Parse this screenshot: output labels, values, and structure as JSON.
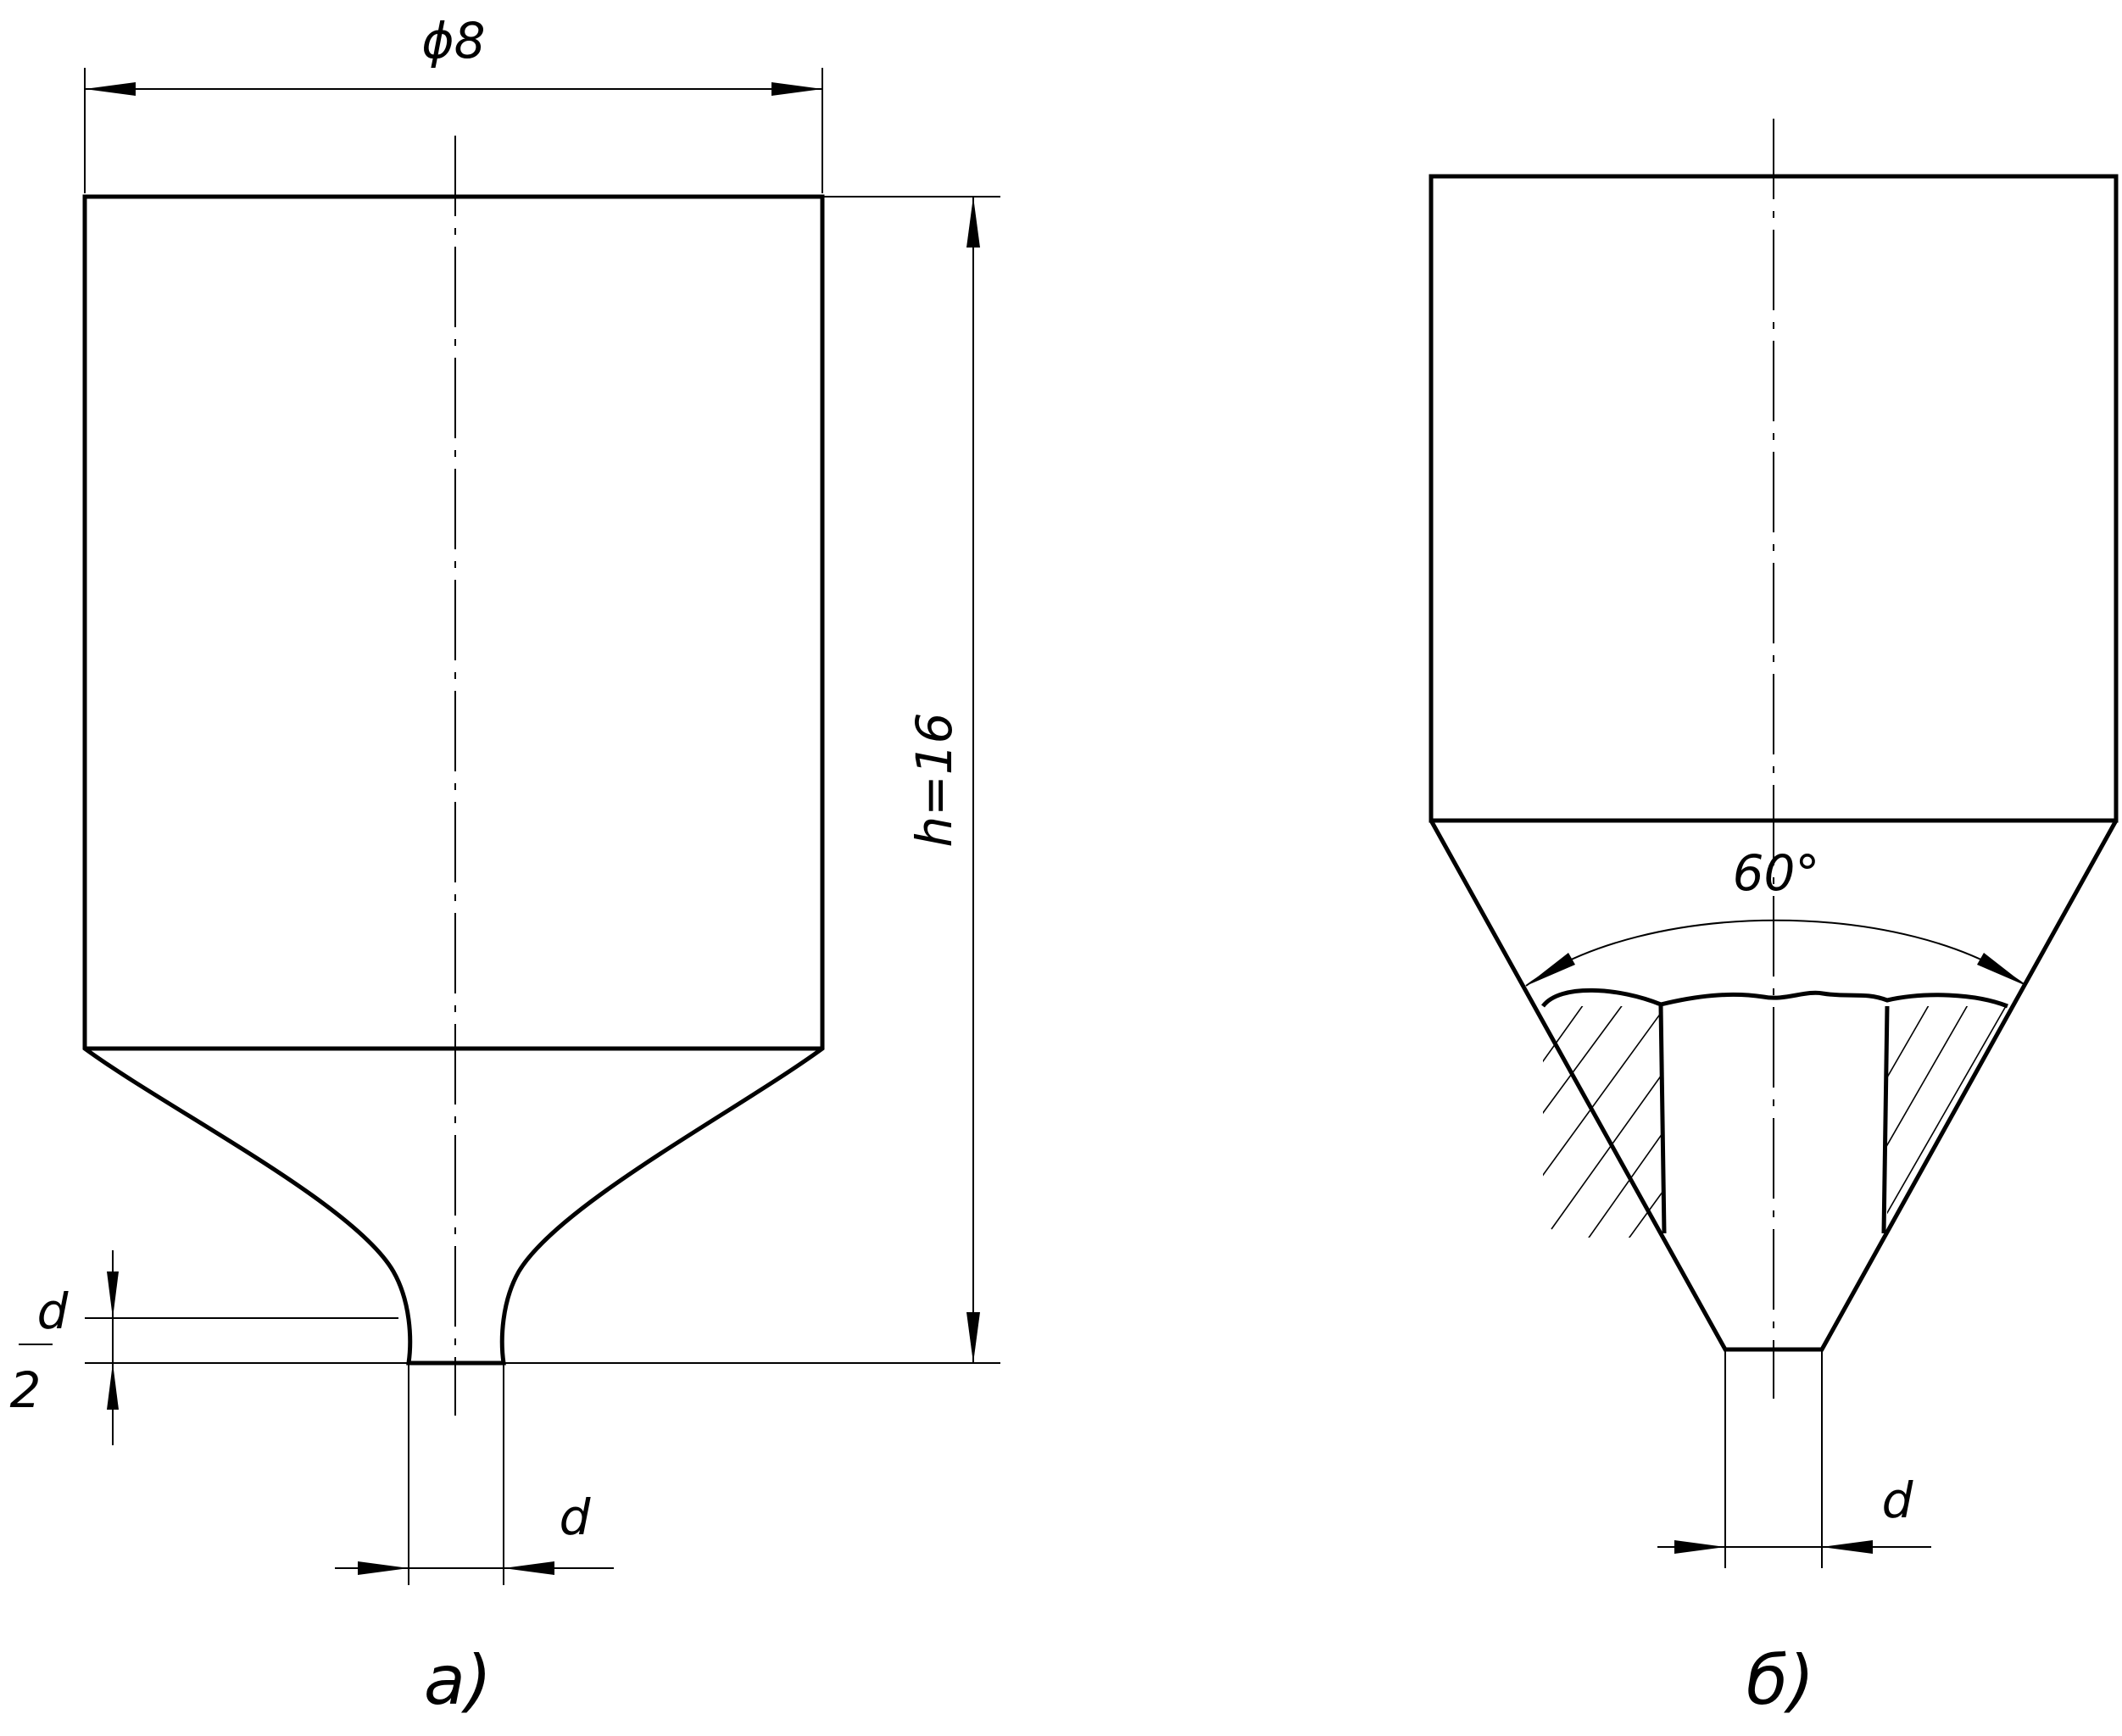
{
  "figure_a": {
    "diameter_label": "ϕ8",
    "height_label": "h=16",
    "half_d_numerator": "d",
    "half_d_denominator": "2",
    "d_label": "d",
    "caption": "а)"
  },
  "figure_b": {
    "angle_label": "60°",
    "d_label": "d",
    "caption": "б)"
  }
}
